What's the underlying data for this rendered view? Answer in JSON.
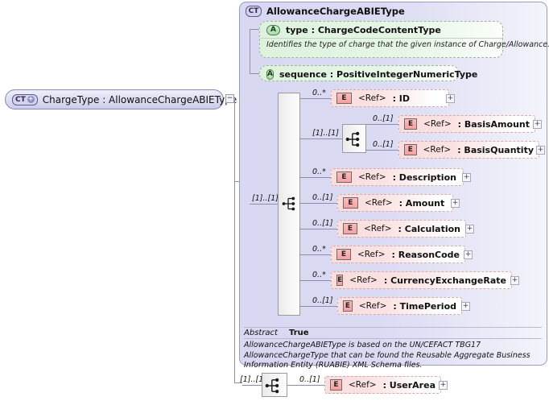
{
  "root": {
    "badge": "CT",
    "badge_plus": "+",
    "label": "ChargeType : AllowanceChargeABIEType",
    "collapse_glyph": "−"
  },
  "complex_type": {
    "badge": "CT",
    "title": "AllowanceChargeABIEType",
    "abstract_label": "Abstract",
    "abstract_value": "True",
    "documentation": "AllowanceChargeABIEType is based on the UN/CEFACT TBG17 AllowanceChargeType that can be found the Reusable Aggregate Business Information Entity (RUABIE) XML Schema files."
  },
  "attributes": [
    {
      "badge": "A",
      "label": "type       : ChargeCodeContentType",
      "documentation": "Identifies the type of charge that the given instance of Charge/Allowance."
    },
    {
      "badge": "A",
      "label": "sequence : PositiveIntegerNumericType",
      "documentation": ""
    }
  ],
  "sequence": {
    "cardinality": "[1]..[1]",
    "icon": "sequence-icon"
  },
  "choice": {
    "cardinality": "[1]..[1]",
    "icon": "choice-icon"
  },
  "elements": [
    {
      "cardinality": "0..*",
      "badge": "E",
      "ref": "<Ref>",
      "name": ": ID",
      "expand": "+"
    },
    {
      "cardinality": "0..[1]",
      "badge": "E",
      "ref": "<Ref>",
      "name": ": BasisAmount",
      "expand": "+"
    },
    {
      "cardinality": "0..[1]",
      "badge": "E",
      "ref": "<Ref>",
      "name": ": BasisQuantity",
      "expand": "+"
    },
    {
      "cardinality": "0..*",
      "badge": "E",
      "ref": "<Ref>",
      "name": ": Description",
      "expand": "+"
    },
    {
      "cardinality": "0..[1]",
      "badge": "E",
      "ref": "<Ref>",
      "name": ": Amount",
      "expand": "+"
    },
    {
      "cardinality": "0..[1]",
      "badge": "E",
      "ref": "<Ref>",
      "name": ": Calculation",
      "expand": "+"
    },
    {
      "cardinality": "0..*",
      "badge": "E",
      "ref": "<Ref>",
      "name": ": ReasonCode",
      "expand": "+"
    },
    {
      "cardinality": "0..*",
      "badge": "E",
      "ref": "<Ref>",
      "name": ": CurrencyExchangeRate",
      "expand": "+"
    },
    {
      "cardinality": "0..[1]",
      "badge": "E",
      "ref": "<Ref>",
      "name": ": TimePeriod",
      "expand": "+"
    }
  ],
  "user_area": {
    "sequence_cardinality": "[1]..[1]",
    "cardinality": "0..[1]",
    "badge": "E",
    "ref": "<Ref>",
    "name": ": UserArea",
    "expand": "+"
  }
}
